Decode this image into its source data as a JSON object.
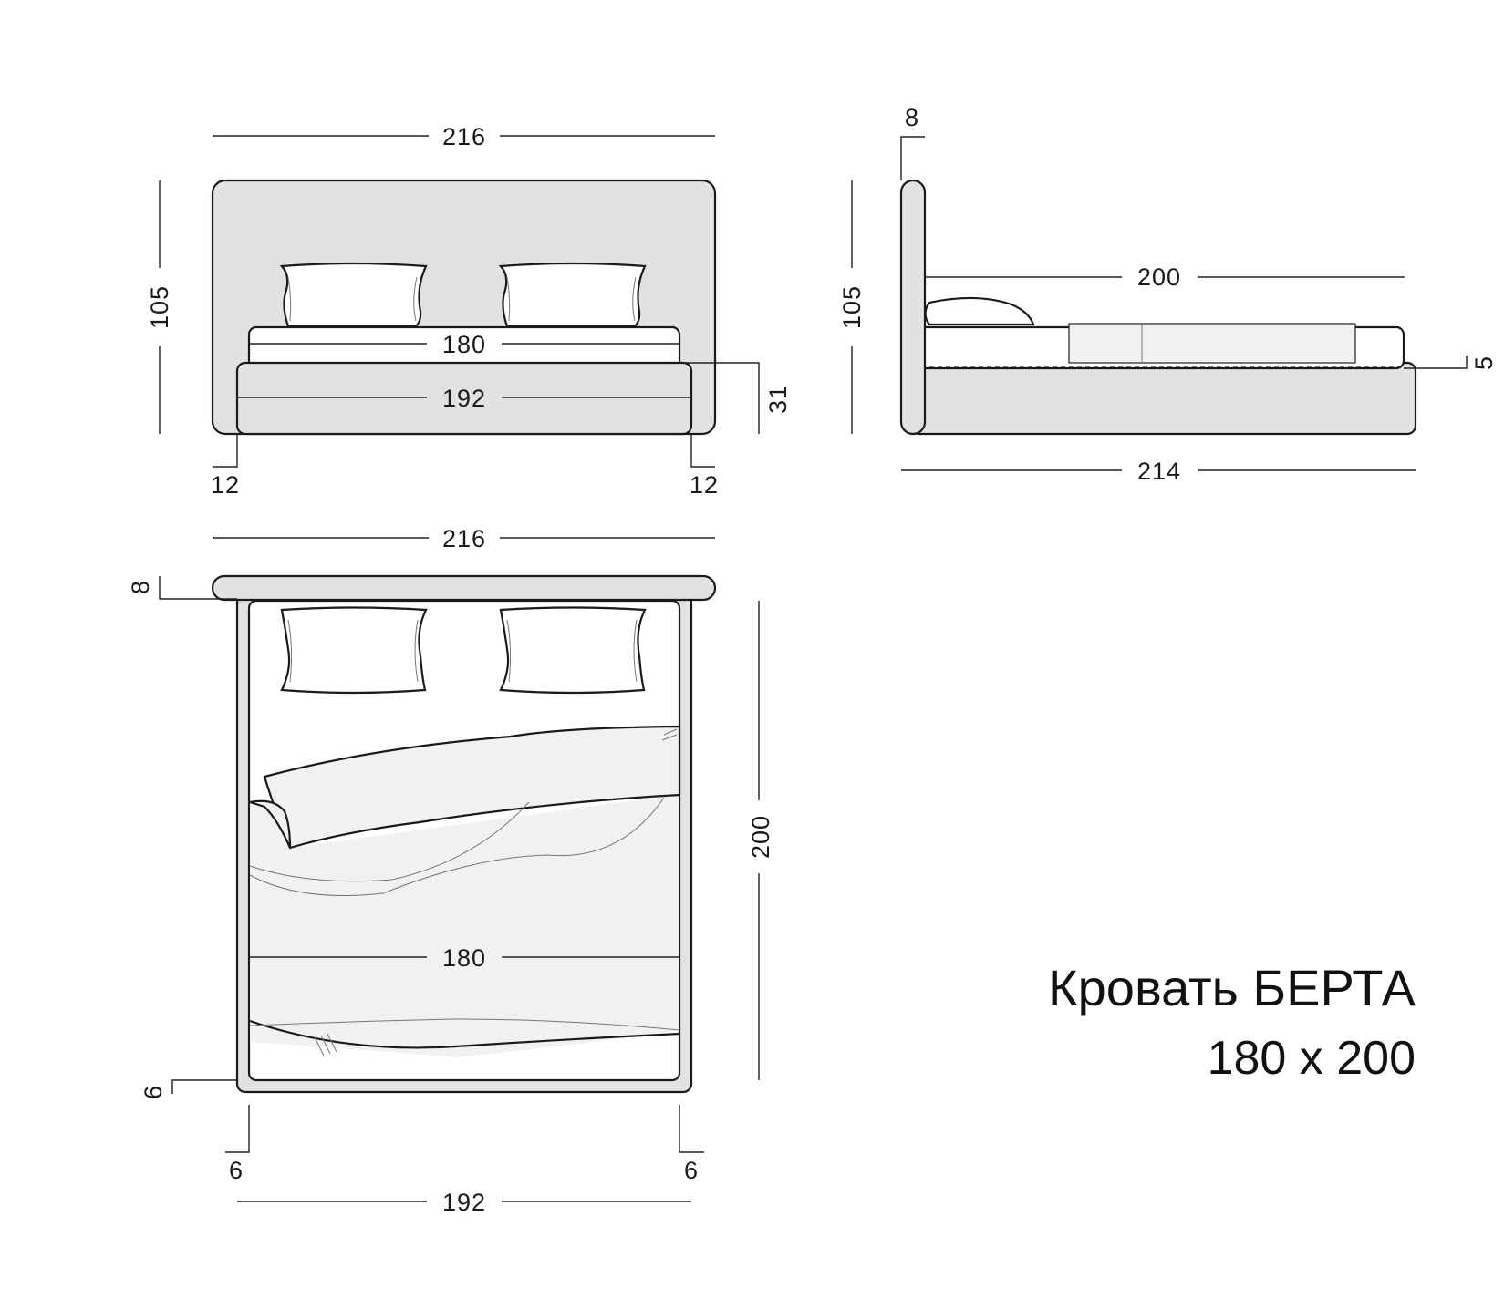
{
  "title": "Кровать БЕРТА",
  "subtitle": "180 x 200",
  "colors": {
    "frame": "#e2e2e2",
    "bedding": "#f1f1f1",
    "pillow": "#ffffff",
    "line": "#1a1a1a"
  },
  "front_view": {
    "width_total": "216",
    "height_headboard": "105",
    "mattress_width": "180",
    "base_width": "192",
    "base_height": "31",
    "side_left": "12",
    "side_right": "12"
  },
  "side_view": {
    "headboard_thickness": "8",
    "height": "105",
    "mattress_length": "200",
    "total_length": "214",
    "mattress_rise": "5"
  },
  "top_view": {
    "width_total": "216",
    "headboard_thickness": "8",
    "length": "200",
    "mattress_width": "180",
    "base_width": "192",
    "frame_bottom": "6",
    "frame_left": "6",
    "frame_right": "6"
  }
}
